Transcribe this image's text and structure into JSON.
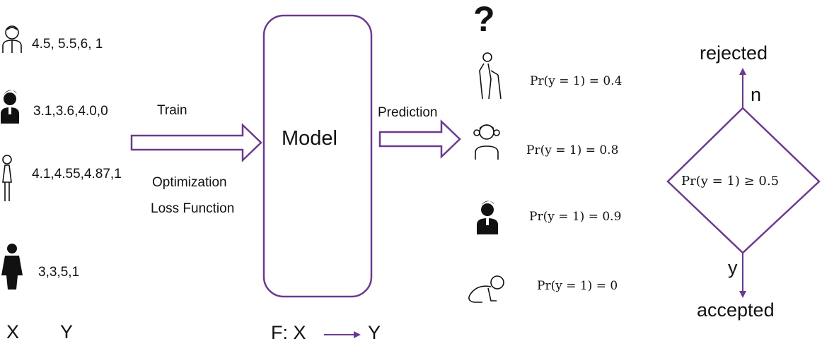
{
  "colors": {
    "accent": "#6b3a8f",
    "icon": "#111111"
  },
  "training_samples": [
    {
      "icon": "boy-outline-icon",
      "values": "4.5, 5.5,6, 1"
    },
    {
      "icon": "boy-solid-icon",
      "values": "3.1,3.6,4.0,0"
    },
    {
      "icon": "woman-outline-icon",
      "values": "4.1,4.55,4.87,1"
    },
    {
      "icon": "woman-solid-icon",
      "values": "3,3,5,1"
    }
  ],
  "axis_labels": {
    "x": "X",
    "y": "Y"
  },
  "train_arrow": {
    "top_label": "Train",
    "bottom_line1": "Optimization",
    "bottom_line2": "Loss Function"
  },
  "model": {
    "label": "Model",
    "formula": "F:  X",
    "formula_target": "Y"
  },
  "prediction_label": "Prediction",
  "predictions": [
    {
      "icon": "question-mark-icon",
      "text": "?"
    },
    {
      "icon": "elderly-man-icon",
      "text": "Pr(y  =  1) = 0.4"
    },
    {
      "icon": "girl-outline-icon",
      "text": "Pr(y  =  1) = 0.8"
    },
    {
      "icon": "boy-solid-icon",
      "text": "Pr(y  =  1) = 0.9"
    },
    {
      "icon": "crawling-baby-icon",
      "text": "Pr(y  =  1) = 0"
    }
  ],
  "decision": {
    "condition": "Pr(y = 1) ≥ 0.5",
    "no_label": "n",
    "yes_label": "y",
    "rejected": "rejected",
    "accepted": "accepted"
  }
}
